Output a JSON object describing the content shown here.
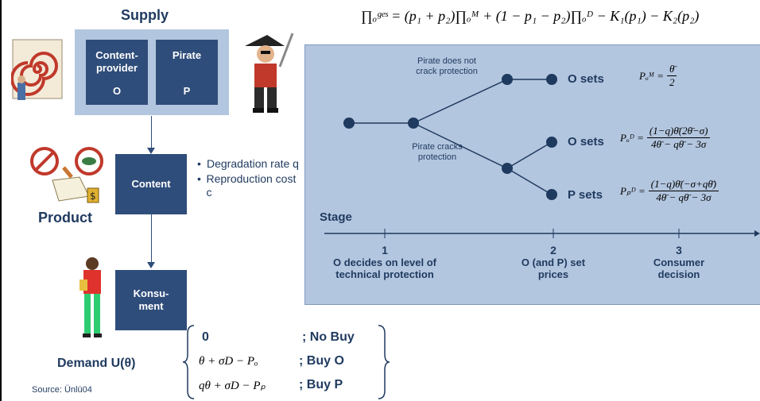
{
  "supply": {
    "title": "Supply"
  },
  "boxes": {
    "content_provider": {
      "label": "Content-provider",
      "sub": "O"
    },
    "pirate": {
      "label": "Pirate",
      "sub": "P"
    },
    "content": {
      "label": "Content"
    },
    "konsument": {
      "label": "Konsu-ment"
    }
  },
  "content_bullets": [
    "Degradation rate q",
    "Reproduction cost c"
  ],
  "product_label": "Product",
  "profit_formula": "∏ₒᵍᵉˢ = (p₁ + p₂)∏ₒᴹ + (1 − p₁ − p₂)∏ₒᴰ − K₁(p₁) − K₂(p₂)",
  "tree": {
    "branch_no_crack": "Pirate does not crack protection",
    "branch_crack": "Pirate cracks protection",
    "outcomes": [
      {
        "label": "O sets",
        "formula_lhs": "Pₒᴹ =",
        "formula_num": "θ̄",
        "formula_den": "2"
      },
      {
        "label": "O sets",
        "formula_lhs": "Pₒᴰ =",
        "formula_num": "(1−q)θ̄(2θ̄−σ)",
        "formula_den": "4θ̄ − qθ̄ − 3σ"
      },
      {
        "label": "P sets",
        "formula_lhs": "Pₚᴰ =",
        "formula_num": "(1−q)θ̄(−σ+qθ̄)",
        "formula_den": "4θ̄ − qθ̄ − 3σ"
      }
    ],
    "stage_label": "Stage",
    "steps": [
      {
        "num": "1",
        "text": "O decides on level of technical protection"
      },
      {
        "num": "2",
        "text": "O (and P) set prices"
      },
      {
        "num": "3",
        "text": "Consumer decision"
      }
    ]
  },
  "demand": {
    "label": "Demand  U(θ)",
    "cases": [
      {
        "expr": "0",
        "result": "; No Buy"
      },
      {
        "expr": "θ + σD − Pₒ",
        "result": "; Buy O"
      },
      {
        "expr": "qθ + σD − Pₚ",
        "result": "; Buy P"
      }
    ]
  },
  "source": "Source: Ünlü04",
  "colors": {
    "navy": "#2f4d7a",
    "light_blue": "#b3c6df",
    "text": "#1f3a5f"
  }
}
